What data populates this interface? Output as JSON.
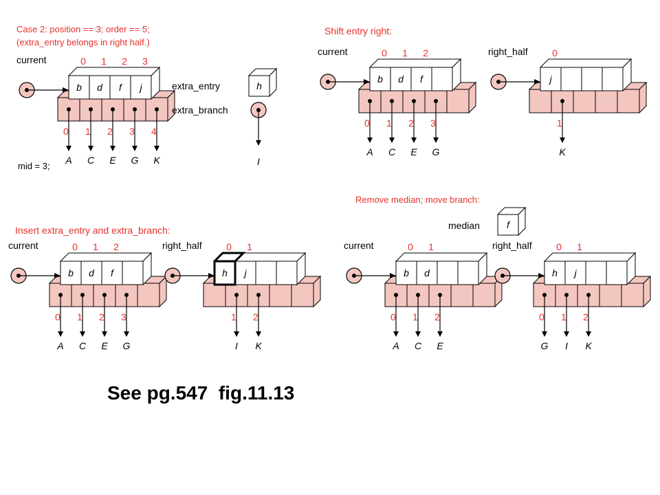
{
  "colors": {
    "red_text": "#e8302a",
    "pink_fill": "#f4c6c0",
    "line": "#000000"
  },
  "caption": "See pg.547  fig.11.13",
  "panels": {
    "case2": {
      "title_line1": "Case 2:  position == 3;  order == 5;",
      "title_line2": "(extra_entry belongs in right half.)",
      "node_label": "current",
      "entry_indices": [
        "0",
        "1",
        "2",
        "3"
      ],
      "keys": [
        "b",
        "d",
        "f",
        "j"
      ],
      "branch_indices": [
        "0",
        "1",
        "2",
        "3",
        "4"
      ],
      "children": [
        "A",
        "C",
        "E",
        "G",
        "K"
      ],
      "extra_entry_label": "extra_entry",
      "extra_entry_value": "h",
      "extra_branch_label": "extra_branch",
      "extra_branch_child": "I",
      "mid_note": "mid = 3;"
    },
    "shift": {
      "title": "Shift entry right:",
      "current_label": "current",
      "current_entry_indices": [
        "0",
        "1",
        "2"
      ],
      "current_keys": [
        "b",
        "d",
        "f",
        ""
      ],
      "current_branch_indices": [
        "0",
        "1",
        "2",
        "3"
      ],
      "current_children": [
        "A",
        "C",
        "E",
        "G"
      ],
      "right_label": "right_half",
      "right_entry_indices": [
        "0"
      ],
      "right_keys": [
        "j",
        "",
        "",
        ""
      ],
      "right_branch_indices": [
        "",
        "1"
      ],
      "right_children": [
        "",
        "K"
      ]
    },
    "insert": {
      "title": "Insert extra_entry and extra_branch:",
      "current_label": "current",
      "current_entry_indices": [
        "0",
        "1",
        "2"
      ],
      "current_keys": [
        "b",
        "d",
        "f",
        ""
      ],
      "current_branch_indices": [
        "0",
        "1",
        "2",
        "3"
      ],
      "current_children": [
        "A",
        "C",
        "E",
        "G"
      ],
      "right_label": "right_half",
      "right_entry_indices": [
        "0",
        "1"
      ],
      "right_keys": [
        "h",
        "j",
        "",
        ""
      ],
      "right_branch_indices": [
        "",
        "1",
        "2"
      ],
      "right_children": [
        "",
        "I",
        "K"
      ]
    },
    "remove": {
      "title": "Remove median; move branch:",
      "median_label": "median",
      "median_value": "f",
      "current_label": "current",
      "current_entry_indices": [
        "0",
        "1"
      ],
      "current_keys": [
        "b",
        "d",
        "",
        ""
      ],
      "current_branch_indices": [
        "0",
        "1",
        "2"
      ],
      "current_children": [
        "A",
        "C",
        "E"
      ],
      "right_label": "right_half",
      "right_entry_indices": [
        "0",
        "1"
      ],
      "right_keys": [
        "h",
        "j",
        "",
        ""
      ],
      "right_branch_indices": [
        "0",
        "1",
        "2"
      ],
      "right_children": [
        "G",
        "I",
        "K"
      ]
    }
  }
}
